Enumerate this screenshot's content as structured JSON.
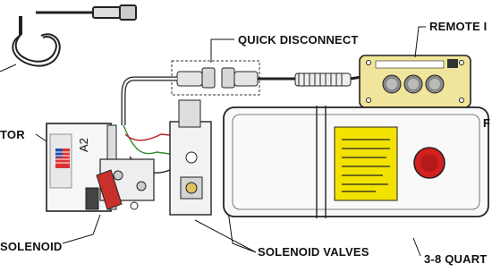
{
  "labels": {
    "quick_disconnect": "QUICK DISCONNECT",
    "remote": "REMOTE I",
    "motor": "TOR",
    "fill": "F",
    "solenoid": "SOLENOID",
    "solenoid_valves": "SOLENOID VALVES",
    "reservoir": "3-8 QUART"
  },
  "parts": {
    "motor_marking": "A2",
    "remote_buttons": 3
  },
  "colors": {
    "line": "#1a1a1a",
    "remote_body": "#f0e59a",
    "warning_label": "#f2e200",
    "fill_cap": "#d32020",
    "solenoid_arm": "#c8302c"
  }
}
